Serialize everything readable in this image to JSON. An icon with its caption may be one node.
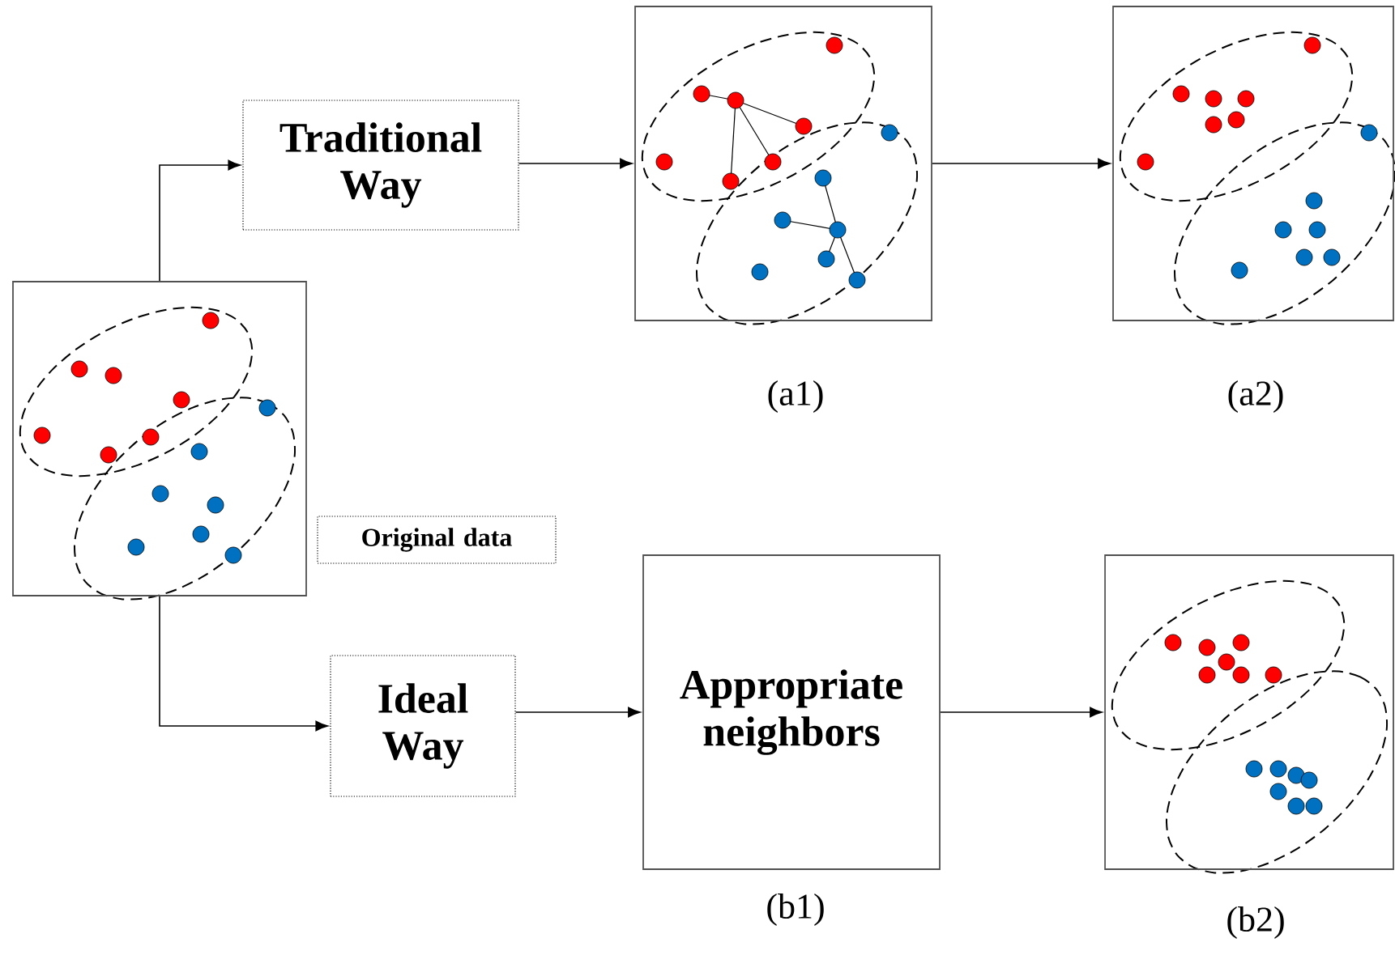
{
  "diagram": {
    "nodes": [
      {
        "text": [],
        "shape": "picture"
      },
      {
        "text": [
          "Traditional Way"
        ]
      },
      {
        "text": [],
        "shape": "picture",
        "beside": [
          "(a1)"
        ]
      },
      {
        "text": [],
        "shape": "picture",
        "beside": [
          "(a2)"
        ]
      },
      {
        "text": [
          "Original data"
        ]
      },
      {
        "text": [
          "Ideal Way"
        ]
      },
      {
        "text": [
          "Appropriate neighbors"
        ],
        "beside": [
          "(b1)"
        ]
      },
      {
        "text": [],
        "shape": "picture",
        "beside": [
          "(b2)"
        ]
      }
    ],
    "edges": [
      {
        "from": 0,
        "to": 1,
        "arrow": "to"
      },
      {
        "from": 1,
        "to": 2,
        "arrow": "to"
      },
      {
        "from": 2,
        "to": 3,
        "arrow": "to"
      },
      {
        "from": 0,
        "to": 5,
        "arrow": "to"
      },
      {
        "from": 5,
        "to": 6,
        "arrow": "to"
      },
      {
        "from": 6,
        "to": 7,
        "arrow": "to"
      }
    ]
  }
}
